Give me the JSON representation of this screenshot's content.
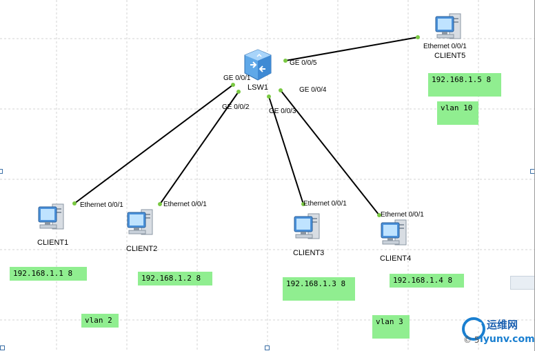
{
  "diagram": {
    "switch": {
      "name": "LSW1"
    },
    "clients": [
      {
        "id": "client1",
        "name": "CLIENT1",
        "port": "Ethernet 0/0/1",
        "ip_note": "192.168.1.1 8"
      },
      {
        "id": "client2",
        "name": "CLIENT2",
        "port": "Ethernet 0/0/1",
        "ip_note": "192.168.1.2 8"
      },
      {
        "id": "client3",
        "name": "CLIENT3",
        "port": "Ethernet 0/0/1",
        "ip_note": "192.168.1.3 8"
      },
      {
        "id": "client4",
        "name": "CLIENT4",
        "port": "Ethernet 0/0/1",
        "ip_note": "192.168.1.4 8"
      },
      {
        "id": "client5",
        "name": "CLIENT5",
        "port": "Ethernet 0/0/1",
        "ip_note": "192.168.1.5 8"
      }
    ],
    "switch_ports": [
      "GE 0/0/1",
      "GE 0/0/2",
      "GE 0/0/3",
      "GE 0/0/4",
      "GE 0/0/5"
    ],
    "vlan_notes": [
      "vlan 2",
      "vlan 3",
      "vlan 10"
    ],
    "colors": {
      "link": "#000000",
      "port_dot": "#7ac943",
      "note_bg": "#90ee90",
      "grid": "#d3d3d3"
    }
  },
  "watermark": {
    "title": "运维网",
    "subtitle": "iyunv.com",
    "prefix": "© 5"
  }
}
